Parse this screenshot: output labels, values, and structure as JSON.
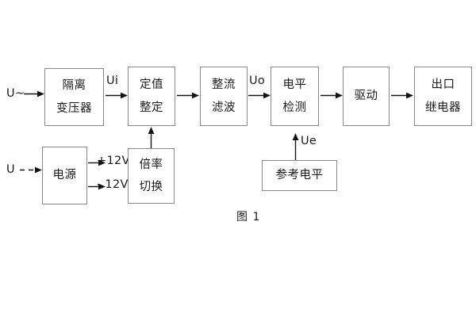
{
  "figure": {
    "caption": "图 1",
    "blocks": [
      {
        "id": "isolation-transformer",
        "lines": [
          "隔离",
          "变压器"
        ]
      },
      {
        "id": "setting-value",
        "lines": [
          "定值",
          "整定"
        ]
      },
      {
        "id": "rectify-filter",
        "lines": [
          "整流",
          "滤波"
        ]
      },
      {
        "id": "level-detection",
        "lines": [
          "电平",
          "检测"
        ]
      },
      {
        "id": "drive",
        "lines": [
          "驱动"
        ]
      },
      {
        "id": "output-relay",
        "lines": [
          "出口",
          "继电器"
        ]
      },
      {
        "id": "power-supply",
        "lines": [
          "电源"
        ]
      },
      {
        "id": "multiplier-switch",
        "lines": [
          "倍率",
          "切换"
        ]
      },
      {
        "id": "reference-level",
        "lines": [
          "参考电平"
        ]
      }
    ],
    "signals": {
      "input_ac": "U~",
      "input_dc": "U",
      "ui": "Ui",
      "uo": "Uo",
      "ue": "Ue",
      "supply_positive": "+12V",
      "supply_negative": "- 12V"
    },
    "colors": {
      "box_border": "#8a8a8a",
      "arrow": "#141414",
      "text": "#1a1a1a",
      "background": "#ffffff"
    }
  }
}
